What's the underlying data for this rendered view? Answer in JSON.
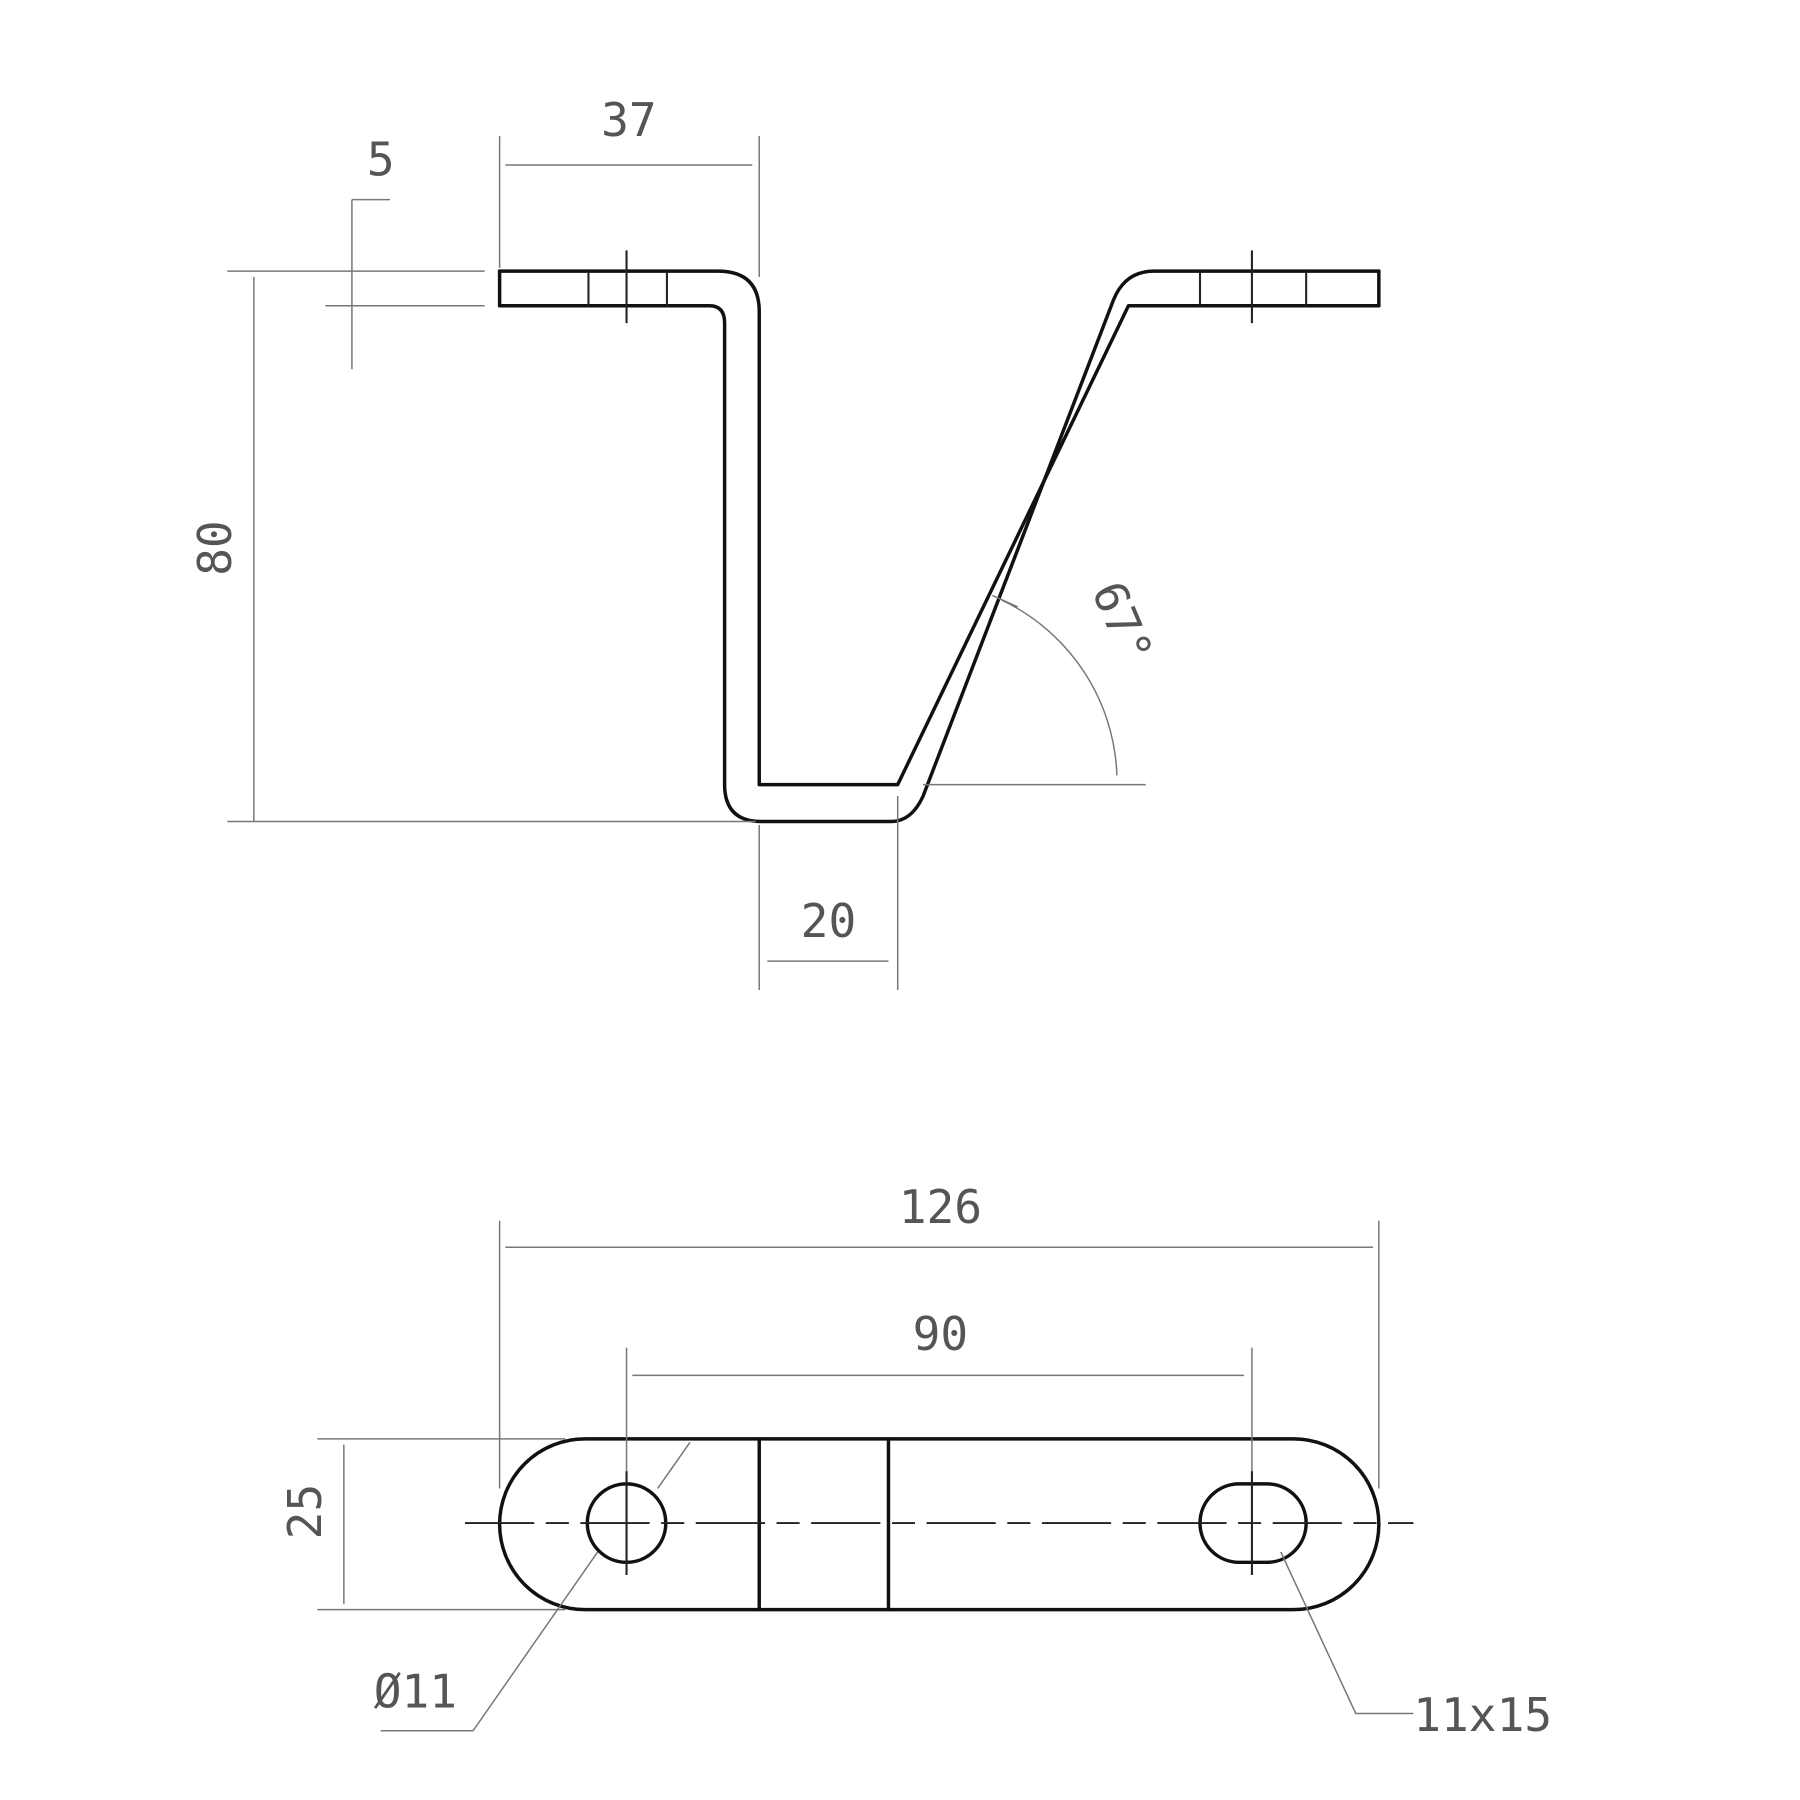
{
  "drawing": {
    "side_view": {
      "flange_length": "37",
      "thickness": "5",
      "height": "80",
      "bottom_width": "20",
      "angle": "67°"
    },
    "top_view": {
      "overall_length": "126",
      "hole_spacing": "90",
      "width": "25",
      "round_hole": "Ø11",
      "slot_hole": "11x15"
    },
    "colors": {
      "outline": "#111111",
      "dimension": "#777777"
    }
  }
}
